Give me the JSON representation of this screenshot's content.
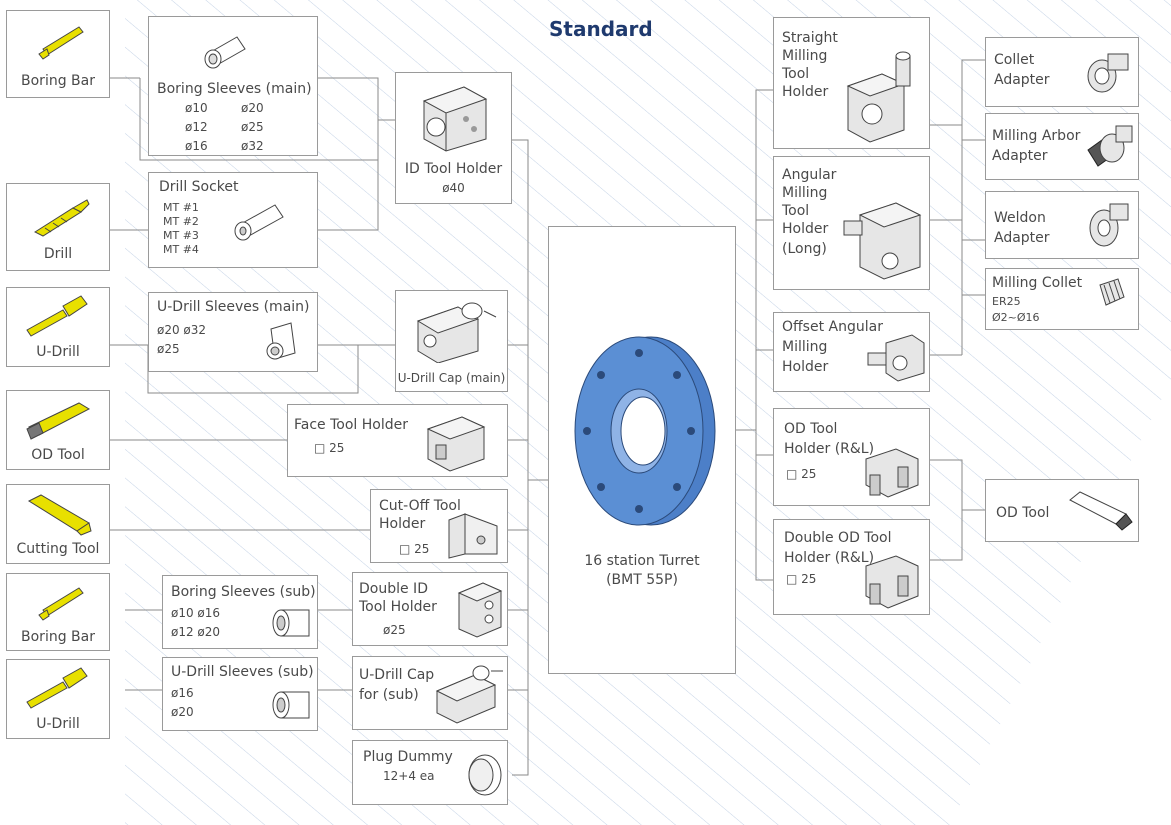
{
  "title": "Standard",
  "colors": {
    "title": "#1f3a6e",
    "turret": "#5b8fd4",
    "tool_yellow": "#e8e000",
    "line": "#8a8a8a",
    "hatch": "#c5d3e6"
  },
  "left_tools": [
    {
      "label": "Boring Bar",
      "icon": "boring-bar-icon"
    },
    {
      "label": "Drill",
      "icon": "drill-icon"
    },
    {
      "label": "U-Drill",
      "icon": "u-drill-icon"
    },
    {
      "label": "OD Tool",
      "icon": "od-tool-icon"
    },
    {
      "label": "Cutting Tool",
      "icon": "cutting-tool-icon"
    },
    {
      "label": "Boring Bar",
      "icon": "boring-bar-icon"
    },
    {
      "label": "U-Drill",
      "icon": "u-drill-icon"
    }
  ],
  "boring_sleeves_main": {
    "title": "Boring Sleeves (main)",
    "col1": [
      "ø10",
      "ø12",
      "ø16"
    ],
    "col2": [
      "ø20",
      "ø25",
      "ø32"
    ]
  },
  "drill_socket": {
    "title": "Drill Socket",
    "items": [
      "MT #1",
      "MT #2",
      "MT #3",
      "MT #4"
    ]
  },
  "udrill_sleeves_main": {
    "title": "U-Drill Sleeves (main)",
    "line1": "ø20   ø32",
    "line2": "ø25"
  },
  "boring_sleeves_sub": {
    "title": "Boring Sleeves (sub)",
    "line1": "ø10   ø16",
    "line2": "ø12   ø20"
  },
  "udrill_sleeves_sub": {
    "title": "U-Drill Sleeves (sub)",
    "line1": "ø16",
    "line2": "ø20"
  },
  "id_tool_holder": {
    "title": "ID Tool Holder",
    "size": "ø40"
  },
  "udrill_cap_main": {
    "title": "U-Drill Cap (main)"
  },
  "face_tool_holder": {
    "title": "Face Tool Holder",
    "size": "□ 25"
  },
  "cutoff_tool_holder": {
    "line1": "Cut-Off Tool",
    "line2": "Holder",
    "size": "□ 25"
  },
  "double_id_holder": {
    "line1": "Double ID",
    "line2": "Tool Holder",
    "size": "ø25"
  },
  "udrill_cap_sub": {
    "line1": "U-Drill Cap",
    "line2": "for (sub)"
  },
  "plug_dummy": {
    "title": "Plug Dummy",
    "qty": "12+4 ea"
  },
  "turret": {
    "line1": "16 station Turret",
    "line2": "(BMT 55P)"
  },
  "straight_milling": {
    "lines": [
      "Straight",
      "Milling",
      "Tool",
      "Holder"
    ]
  },
  "angular_milling": {
    "lines": [
      "Angular",
      "Milling",
      "Tool",
      "Holder",
      "(Long)"
    ]
  },
  "offset_angular": {
    "line1": "Offset  Angular",
    "line2": "Milling",
    "line3": "Holder"
  },
  "od_tool_holder": {
    "line1": "OD Tool",
    "line2": "Holder (R&L)",
    "size": "□ 25"
  },
  "double_od_holder": {
    "line1": "Double OD Tool",
    "line2": "Holder (R&L)",
    "size": "□ 25"
  },
  "collet_adapter": {
    "line1": "Collet",
    "line2": "Adapter"
  },
  "milling_arbor": {
    "line1": "Milling Arbor",
    "line2": "Adapter"
  },
  "weldon_adapter": {
    "line1": "Weldon",
    "line2": "Adapter"
  },
  "milling_collet": {
    "title": "Milling Collet",
    "line1": "ER25",
    "line2": "Ø2~Ø16"
  },
  "od_tool_right": {
    "label": "OD Tool"
  }
}
